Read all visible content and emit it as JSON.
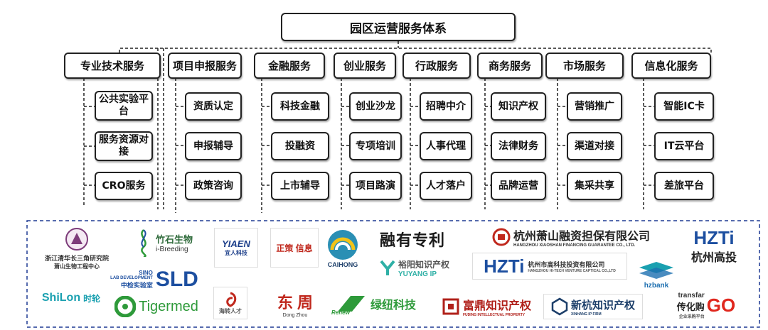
{
  "title": "园区运营服务体系",
  "categories": [
    {
      "label": "专业技术服务",
      "items": [
        "公共实验平台",
        "服务资源对接",
        "CRO服务"
      ]
    },
    {
      "label": "项目申报服务",
      "items": [
        "资质认定",
        "申报辅导",
        "政策咨询"
      ]
    },
    {
      "label": "金融服务",
      "items": [
        "科技金融",
        "投融资",
        "上市辅导"
      ]
    },
    {
      "label": "创业服务",
      "items": [
        "创业沙龙",
        "专项培训",
        "项目路演"
      ]
    },
    {
      "label": "行政服务",
      "items": [
        "招聘中介",
        "人事代理",
        "人才落户"
      ]
    },
    {
      "label": "商务服务",
      "items": [
        "知识产权",
        "法律财务",
        "品牌运营"
      ]
    },
    {
      "label": "市场服务",
      "items": [
        "营销推广",
        "渠道对接",
        "集采共享"
      ]
    },
    {
      "label": "信息化服务",
      "items": [
        "智能IC卡",
        "IT云平台",
        "差旅平台"
      ]
    }
  ],
  "logos": {
    "tsinghua": {
      "line1": "浙江清华长三角研究院",
      "line2": "萧山生物工程中心"
    },
    "ibreeding": {
      "name": "竹石生物",
      "sub": "i-Breeding"
    },
    "yiaen": {
      "name": "YIAEN",
      "sub": "宜人科技"
    },
    "zhengce": {
      "name": "正策 信息"
    },
    "caihong": {
      "name": "CAIHONG"
    },
    "rongyou": {
      "name": "融有专利"
    },
    "yuyang": {
      "name": "裕阳知识产权",
      "sub": "YUYANG IP"
    },
    "xiaoshan": {
      "name": "杭州萧山融资担保有限公司",
      "sub": "HANGZHOU XIAOSHAN FINANCING GUARANTEE CO., LTD."
    },
    "hzti_big": {
      "name": "HZTi",
      "sub": "杭州高投"
    },
    "hzti_small": {
      "name": "HZTi",
      "sub": "杭州市高科技投资有限公司",
      "sub2": "HANGZHOU HI-TECH VENTURE CAPTICAL CO.,LTD"
    },
    "sld": {
      "name": "SLD",
      "sub1": "SINO",
      "sub2": "LAB DEVELOPMENT",
      "sub3": "中检实验室"
    },
    "hzbank": {
      "name": "hzbank"
    },
    "shilon": {
      "name": "ShiLon",
      "sub": "时轮"
    },
    "tigermed": {
      "name": "Tigermed"
    },
    "haizhuan": {
      "name": "海转人才"
    },
    "dongzhou": {
      "name": "东 周",
      "sub": "Dong Zhou"
    },
    "renew": {
      "name": "绿纽科技",
      "sub": "Renew"
    },
    "fuding": {
      "name": "富鼎知识产权",
      "sub": "FUDING INTELLECTUAL PROPERTY"
    },
    "xinhang": {
      "name": "新杭知识产权",
      "sub": "XINHANG IP FIRM"
    },
    "go": {
      "name": "GO",
      "pre": "transfar",
      "sub": "传化购",
      "sub2": "企业采购平台"
    }
  },
  "colors": {
    "dashed": "#1f3a93",
    "blue": "#1d4fa0",
    "red": "#c0281d",
    "green": "#2e9a3a",
    "teal": "#1aa0b0"
  }
}
